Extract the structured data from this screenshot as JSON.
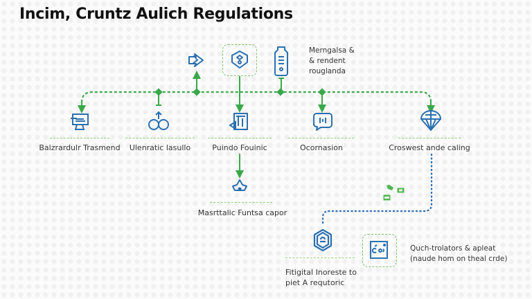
{
  "title": "Incim, Cruntz Aulich Regulations",
  "colors": {
    "accent_green": "#3aa84a",
    "icon_blue": "#2a6fb0",
    "divider_green": "#8fd07a",
    "dashed_blue": "#2f6fb3"
  },
  "top_row": {
    "nodes": [
      {
        "icon": "share-arrow-icon"
      },
      {
        "icon": "shield-icon",
        "highlighted": true
      },
      {
        "icon": "device-tag-icon"
      }
    ],
    "note": [
      "Merngalsa &",
      "& rendent",
      "rouglanda"
    ]
  },
  "main_row": {
    "nodes": [
      {
        "icon": "monitor-icon",
        "label": "Balzrardulr Trasmend"
      },
      {
        "icon": "binoculars-icon",
        "label": "Ulenratic lasullo"
      },
      {
        "icon": "document-arrow-icon",
        "label": "Puindo Fouinic"
      },
      {
        "icon": "chat-bubble-icon",
        "label": "Ocornasion"
      },
      {
        "icon": "parachute-icon",
        "label": "Croswest ande caling"
      }
    ]
  },
  "sub_node": {
    "icon": "bell-drop-icon",
    "label": "Masrttalic Funtsa capor"
  },
  "bottom_row": {
    "left": {
      "icon": "hexagon-badge-icon",
      "label": [
        "Fitigital Inoreste to",
        "piet A requtoric"
      ]
    },
    "right": {
      "icon": "framed-image-icon",
      "highlighted": true,
      "note": [
        "Quch-trolators & apleat",
        "(naude hom on theal crde)"
      ]
    }
  },
  "scatter_icons": [
    "cluster-icon",
    "tag-icon",
    "card-icon"
  ]
}
